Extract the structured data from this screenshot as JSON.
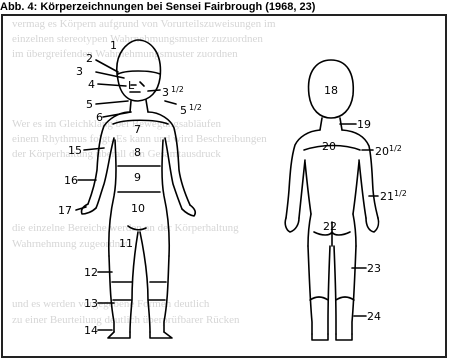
{
  "caption": "Abb. 4: Körperzeichnungen bei Sensei Fairbrough (1968, 23)",
  "background_text": [
    "vermag es Körpern aufgrund von Vorurteilszuweisungen im",
    "einzelnen stereotypen Wahrnehmungsmuster zuzuordnen",
    "im übergreifenden Wahrnehmungsmuster zuordnen",
    "Wer es im Gleichklang bei Bewegungsabläufen",
    "einem Rhythmus folgt. Es kann und wird Beschreibungen",
    "der Körperhaltung überall den Gesamtausdruck",
    "die einzelne Bereiche werden an der Körperhaltung",
    "Wahrnehmung zugeordnet.",
    "und es werden vorgegebene Formen deutlich",
    "zu einer Beurteilung deutlich überprüfbarer Rücken"
  ],
  "front_labels": {
    "l1": "1",
    "l2": "2",
    "l3": "3",
    "l4": "4",
    "l5": "5",
    "l6": "6",
    "l7": "7",
    "l8": "8",
    "l9": "9",
    "l10": "10",
    "l11": "11",
    "l12": "12",
    "l13": "13",
    "l14": "14",
    "l15": "15",
    "l16": "16",
    "l17": "17",
    "l3h_n": "3",
    "l3h_f": "1/2",
    "l5h_n": "5",
    "l5h_f": "1/2"
  },
  "back_labels": {
    "l18": "18",
    "l19": "19",
    "l20": "20",
    "l22": "22",
    "l23": "23",
    "l24": "24",
    "l20h_n": "20",
    "l20h_f": "1/2",
    "l21h_n": "21",
    "l21h_f": "1/2"
  },
  "icons": [
    "front-body-figure",
    "back-body-figure"
  ]
}
